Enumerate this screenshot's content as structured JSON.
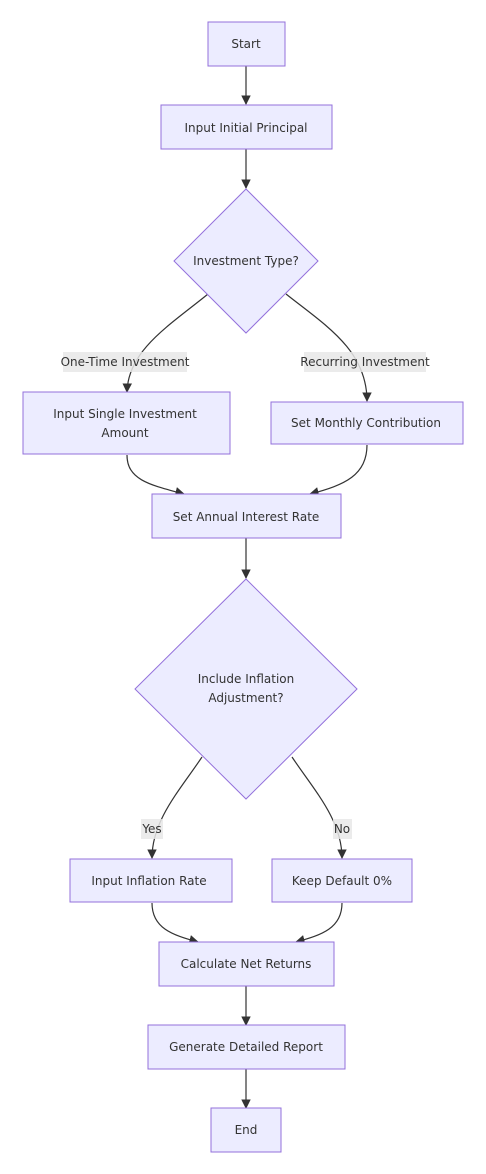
{
  "nodes": {
    "start": "Start",
    "input_principal": "Input Initial Principal",
    "investment_type": "Investment Type?",
    "input_single_line1": "Input Single Investment",
    "input_single_line2": "Amount",
    "set_monthly": "Set Monthly Contribution",
    "set_interest": "Set Annual Interest Rate",
    "include_inflation_line1": "Include Inflation",
    "include_inflation_line2": "Adjustment?",
    "input_inflation": "Input Inflation Rate",
    "keep_default": "Keep Default 0%",
    "calculate": "Calculate Net Returns",
    "generate_report": "Generate Detailed Report",
    "end": "End"
  },
  "edges": {
    "one_time": "One-Time Investment",
    "recurring": "Recurring Investment",
    "yes": "Yes",
    "no": "No"
  },
  "colors": {
    "node_fill": "#ECECFF",
    "node_stroke": "#9370DB",
    "edge_stroke": "#333333",
    "label_bg": "#e8e8e8"
  }
}
